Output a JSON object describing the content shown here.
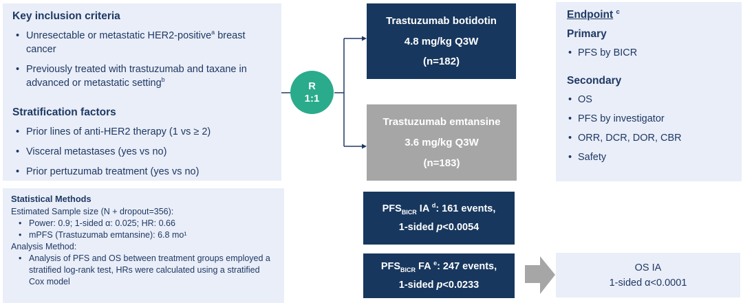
{
  "colors": {
    "navy": "#17375E",
    "text_navy": "#1F3864",
    "gray": "#A6A6A6",
    "green": "#2AAB8C",
    "panel_bg": "#E9EEF8",
    "white": "#FFFFFF"
  },
  "icons": {
    "flow_arrow": "block-right-arrow",
    "branch_arrows": "right-arrowheads"
  },
  "inclusion_box": {
    "title": "Key inclusion criteria",
    "bullet1": {
      "text": "Unresectable or metastatic HER2-positive",
      "sup": "a",
      "tail": " breast cancer"
    },
    "bullet2": {
      "text": "Previously treated with trastuzumab and taxane in advanced or metastatic setting",
      "sup": "b",
      "tail": ""
    },
    "strat_title": "Stratification factors",
    "strat_bullets": [
      "Prior lines of anti-HER2 therapy (1 vs ≥ 2)",
      "Visceral metastases (yes vs no)",
      "Prior pertuzumab treatment (yes vs no)"
    ]
  },
  "stats_box": {
    "title": "Statistical Methods",
    "sample_line": "Estimated Sample size (N + dropout=356):",
    "sample_bullets": [
      "Power: 0.9; 1-sided α: 0.025; HR: 0.66",
      "mPFS (Trastuzumab emtansine): 6.8 mo¹"
    ],
    "analysis_line": "Analysis Method:",
    "analysis_bullets": [
      "Analysis of PFS and OS between treatment groups employed a stratified log-rank test, HRs were calculated using a stratified Cox model"
    ]
  },
  "randomization": {
    "letter": "R",
    "ratio": "1:1"
  },
  "arm_top": {
    "line1": "Trastuzumab botidotin",
    "line2": "4.8 mg/kg  Q3W",
    "line3": "(n=182)"
  },
  "arm_bottom": {
    "line1": "Trastuzumab emtansine",
    "line2": "3.6 mg/kg  Q3W",
    "line3": "(n=183)"
  },
  "pfs_ia": {
    "label": "PFS",
    "sub": "BICR",
    "mid": " IA ",
    "sup": "d",
    "tail": ": 161 events,",
    "line2_pre": "1-sided ",
    "line2_p": "p",
    "line2_post": "<0.0054"
  },
  "pfs_fa": {
    "label": "PFS",
    "sub": "BICR",
    "mid": " FA ",
    "sup": "e",
    "tail": ": 247 events,",
    "line2_pre": "1-sided ",
    "line2_p": "p",
    "line2_post": "<0.0233"
  },
  "os_ia": {
    "line1": "OS IA",
    "line2": "1-sided α<0.0001"
  },
  "endpoint_box": {
    "title": "Endpoint",
    "title_sup": "c",
    "primary_title": "Primary",
    "primary_bullets": [
      "PFS by BICR"
    ],
    "secondary_title": "Secondary",
    "secondary_bullets": [
      "OS",
      "PFS by investigator",
      "ORR, DCR, DOR, CBR",
      "Safety"
    ]
  }
}
